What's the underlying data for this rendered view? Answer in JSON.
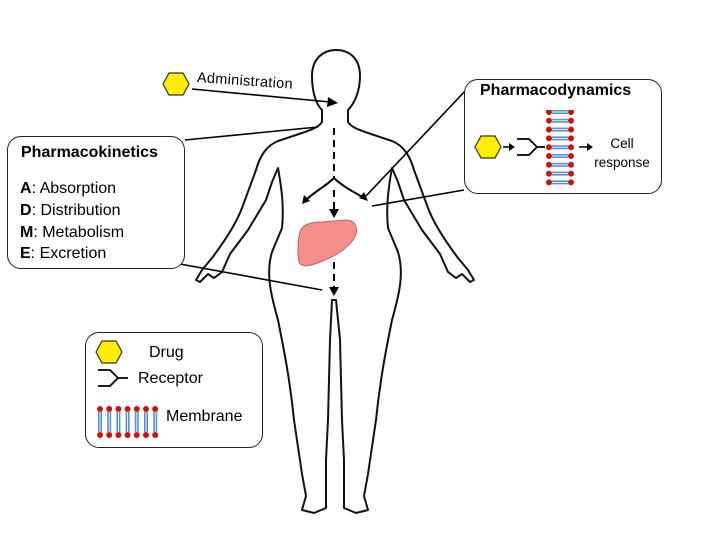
{
  "administration_label": "Administration",
  "pharmacokinetics": {
    "title": "Pharmacokinetics",
    "items": [
      {
        "letter": "A",
        "text": ": Absorption"
      },
      {
        "letter": "D",
        "text": ": Distribution"
      },
      {
        "letter": "M",
        "text": ": Metabolism"
      },
      {
        "letter": "E",
        "text": ": Excretion"
      }
    ]
  },
  "pharmacodynamics": {
    "title": "Pharmacodynamics",
    "cell_line1": "Cell",
    "cell_line2": "response"
  },
  "legend": {
    "drug": "Drug",
    "receptor": "Receptor",
    "membrane": "Membrane"
  },
  "colors": {
    "drug_fill": "#ffee00",
    "liver_fill": "#f58f8c",
    "membrane_head": "#cc1111",
    "membrane_tail": "#5b8fd6"
  }
}
